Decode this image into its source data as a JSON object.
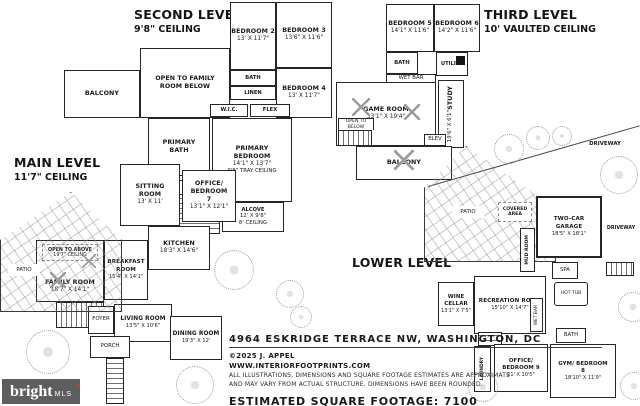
{
  "levels": {
    "second": {
      "title": "SECOND LEVEL",
      "ceiling": "9'8\" CEILING",
      "rooms": {
        "bedroom2": {
          "name": "BEDROOM 2",
          "dims": "13' X 11'7\""
        },
        "bedroom3": {
          "name": "BEDROOM 3",
          "dims": "13'6\" X 11'6\""
        },
        "bedroom4": {
          "name": "BEDROOM 4",
          "dims": "13' X 11'7\""
        },
        "bath": {
          "name": "BATH"
        },
        "linen": {
          "name": "LINEN"
        },
        "balcony": {
          "name": "BALCONY"
        },
        "open_family": {
          "name": "OPEN TO FAMILY ROOM BELOW"
        },
        "open_below": {
          "name": "OPEN TO BELOW"
        },
        "wic": {
          "name": "W.I.C."
        },
        "flex": {
          "name": "FLEX"
        },
        "primary_bath": {
          "name": "PRIMARY BATH"
        },
        "primary_bedroom": {
          "name": "PRIMARY BEDROOM",
          "dims": "14'1\" X 13'7\"",
          "note": "9'8\" TRAY CEILING"
        },
        "alcove": {
          "name": "ALCOVE",
          "dims": "12' X 9'8\"",
          "note": "8' CEILING"
        }
      }
    },
    "third": {
      "title": "THIRD LEVEL",
      "ceiling": "10' VAULTED CEILING",
      "rooms": {
        "bedroom5": {
          "name": "BEDROOM 5",
          "dims": "14'1\" X 11'6\""
        },
        "bedroom6": {
          "name": "BEDROOM 6",
          "dims": "14'2\" X 11'6\""
        },
        "bath": {
          "name": "BATH"
        },
        "utility": {
          "name": "UTILITY"
        },
        "wet_bar": {
          "name": "WET BAR"
        },
        "game_room": {
          "name": "GAME ROOM",
          "dims": "33'1\" X 19'4\""
        },
        "study": {
          "name": "STUDY",
          "dims": "19'6\" X 6'1\""
        },
        "elev": {
          "name": "ELEV"
        },
        "open_below": {
          "name": "OPEN TO BELOW"
        },
        "balcony": {
          "name": "BALCONY"
        }
      }
    },
    "main": {
      "title": "MAIN LEVEL",
      "ceiling": "11'7\" CEILING",
      "rooms": {
        "sitting": {
          "name": "SITTING ROOM",
          "dims": "13' X 11'"
        },
        "office7": {
          "name": "OFFICE/ BEDROOM 7",
          "dims": "13'1\" X 12'1\""
        },
        "kitchen": {
          "name": "KITCHEN",
          "dims": "18'3\" X 14'6\""
        },
        "family": {
          "name": "FAMILY ROOM",
          "dims": "18'7\" X 14'1\""
        },
        "open_above": {
          "name": "OPEN TO ABOVE",
          "note": "19'7\" CEILING"
        },
        "breakfast": {
          "name": "BREAKFAST ROOM",
          "dims": "15'4\" X 14'1\""
        },
        "foyer": {
          "name": "FOYER"
        },
        "living": {
          "name": "LIVING ROOM",
          "dims": "13'5\" X 10'6\""
        },
        "dining": {
          "name": "DINING ROOM",
          "dims": "19'3\" X 12'"
        },
        "porch": {
          "name": "PORCH"
        },
        "patio": {
          "name": "PATIO"
        }
      }
    },
    "lower": {
      "title": "LOWER LEVEL",
      "rooms": {
        "wine_cellar": {
          "name": "WINE CELLAR",
          "dims": "13'1\" X 7'5\""
        },
        "recreation": {
          "name": "RECREATION ROOM",
          "dims": "15'10\" X 14'7\""
        },
        "garage": {
          "name": "TWO-CAR GARAGE",
          "dims": "18'5\" X 18'1\""
        },
        "spa": {
          "name": "SPA"
        },
        "hot_tub": {
          "name": "HOT TUB"
        },
        "wet_bar": {
          "name": "WET BAR"
        },
        "laundry": {
          "name": "LAUNDRY"
        },
        "office9": {
          "name": "OFFICE/ BEDROOM 9",
          "dims": "11' X 10'5\""
        },
        "gym8": {
          "name": "GYM/ BEDROOM 8",
          "dims": "18'10\" X 11'9\""
        },
        "bath": {
          "name": "BATH"
        },
        "mud_room": {
          "name": "MUD ROOM"
        },
        "covered_area": {
          "name": "COVERED AREA"
        },
        "patio": {
          "name": "PATIO"
        },
        "driveway": {
          "name": "DRIVEWAY"
        }
      }
    }
  },
  "footer": {
    "address": "4964 ESKRIDGE TERRACE NW, WASHINGTON, DC",
    "copyright": "©2025 J. APPEL",
    "website": "WWW.INTERIORFOOTPRINTS.COM",
    "disclaimer1": "ALL ILLUSTRATIONS, DIMENSIONS AND SQUARE FOOTAGE ESTIMATES ARE APPROXIMATE",
    "disclaimer2": "AND MAY VARY FROM ACTUAL STRUCTURE. DIMENSIONS HAVE BEEN ROUNDED.",
    "footage": "ESTIMATED SQUARE FOOTAGE: 7100"
  },
  "logo": {
    "brand": "bright",
    "suffix": "MLS"
  }
}
